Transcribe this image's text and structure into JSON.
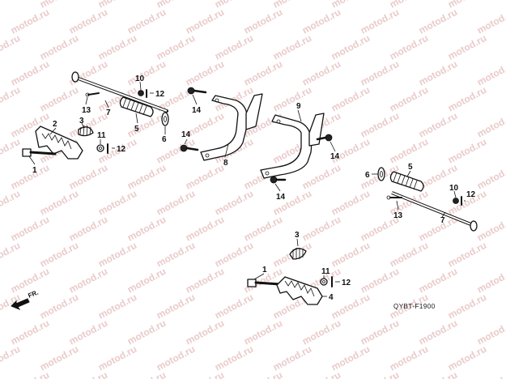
{
  "watermark": {
    "text": "motod.ru",
    "color": "#d9a0a0"
  },
  "diagram": {
    "code": "QYBT-F1900",
    "direction_label": "FR.",
    "callouts": {
      "c1a": "1",
      "c1b": "1",
      "c2": "2",
      "c3a": "3",
      "c3b": "3",
      "c4": "4",
      "c5a": "5",
      "c5b": "5",
      "c6a": "6",
      "c6b": "6",
      "c7a": "7",
      "c7b": "7",
      "c8": "8",
      "c9": "9",
      "c10a": "10",
      "c10b": "10",
      "c11a": "11",
      "c11b": "11",
      "c12a": "12",
      "c12b": "12",
      "c12c": "12",
      "c13a": "13",
      "c13b": "13",
      "c14a": "14",
      "c14b": "14",
      "c14c": "14",
      "c14d": "14"
    }
  },
  "icons": {
    "direction": "arrow-front-icon"
  }
}
